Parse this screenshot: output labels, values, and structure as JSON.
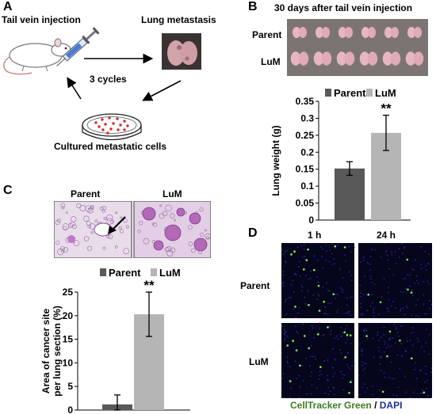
{
  "panels": {
    "A": {
      "letter": "A",
      "tail_vein_label": "Tail vein injection",
      "lung_label": "Lung metastasis",
      "cycles_label": "3 cycles",
      "cultured_label": "Cultured metastatic cells"
    },
    "B": {
      "letter": "B",
      "title": "30 days after tail vein injection",
      "row_labels": [
        "Parent",
        "LuM"
      ]
    },
    "C": {
      "letter": "C",
      "image_labels": [
        "Parent",
        "LuM"
      ]
    },
    "D": {
      "letter": "D",
      "col_labels": [
        "1 h",
        "24 h"
      ],
      "row_labels": [
        "Parent",
        "LuM"
      ],
      "stain_green": "CellTracker Green",
      "stain_sep": " / ",
      "stain_blue": "DAPI",
      "green_color": "#3a7d1e",
      "blue_color": "#1f2fa0"
    }
  },
  "chart_data": [
    {
      "type": "bar",
      "panel": "B",
      "categories": [
        "Parent",
        "LuM"
      ],
      "values": [
        0.152,
        0.257
      ],
      "errors": [
        0.02,
        0.052
      ],
      "colors": [
        "#595959",
        "#b5b5b5"
      ],
      "legend": [
        "Parent",
        "LuM"
      ],
      "ylabel": "Lung weight (g)",
      "ylim": [
        0,
        0.35
      ],
      "yticks": [
        "0",
        "0.05",
        "0.1",
        "0.15",
        "0.2",
        "0.25",
        "0.3",
        "0.35"
      ],
      "annotation": "**"
    },
    {
      "type": "bar",
      "panel": "C",
      "categories": [
        "Parent",
        "LuM"
      ],
      "values": [
        1.2,
        20.3
      ],
      "errors": [
        2.0,
        4.7
      ],
      "colors": [
        "#595959",
        "#b5b5b5"
      ],
      "legend": [
        "Parent",
        "LuM"
      ],
      "ylabel_lines": [
        "Area of cancer site",
        "per lung section (%)"
      ],
      "ylim": [
        0,
        25
      ],
      "yticks": [
        "0",
        "5",
        "10",
        "15",
        "20",
        "25"
      ],
      "annotation": "**"
    }
  ]
}
